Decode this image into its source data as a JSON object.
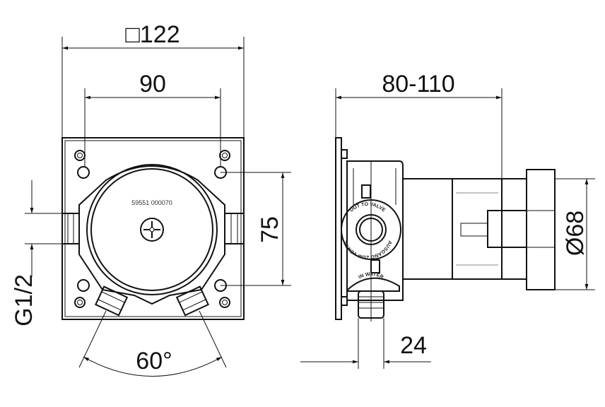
{
  "dimensions": {
    "plate_size": "□122",
    "hole_spacing_h": "90",
    "hole_spacing_v": "75",
    "thread": "G1/2",
    "angle": "60°",
    "depth": "80-110",
    "diameter": "Ø68",
    "outlet_offset": "24"
  },
  "labels": {
    "part_number": "59551 000070",
    "outlet_en": "OUT TO VALVE",
    "outlet_de": "AUSGANG ZUM VENTIL",
    "inlet": "IN WATER"
  }
}
